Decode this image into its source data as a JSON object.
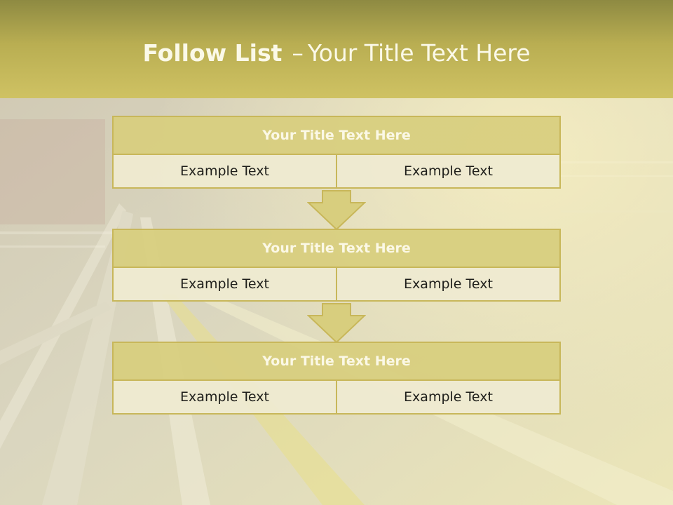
{
  "slide": {
    "title_main": "Follow List",
    "title_separator": "–",
    "title_sub": "Your Title Text Here"
  },
  "steps": [
    {
      "header": "Your Title Text Here",
      "left": "Example Text",
      "right": "Example Text"
    },
    {
      "header": "Your Title Text Here",
      "left": "Example Text",
      "right": "Example Text"
    },
    {
      "header": "Your Title Text Here",
      "left": "Example Text",
      "right": "Example Text"
    }
  ],
  "colors": {
    "title_band": "#b9ae52",
    "header_fill": "#d8ce7e",
    "cell_fill": "#eeead0",
    "border": "#c8b75a",
    "arrow_fill": "#d8ce7e"
  }
}
